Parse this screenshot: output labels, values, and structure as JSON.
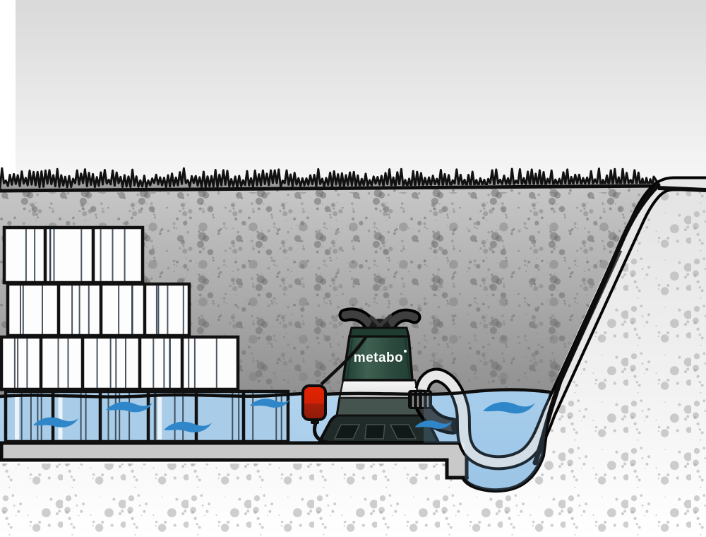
{
  "illustration": {
    "name": "submersible-pump-flooded-pit",
    "brand_logo_text": "metabo",
    "colors": {
      "pump_green_dark": "#1e3b31",
      "pump_green_light": "#3f6152",
      "pump_base_dark": "#202b29",
      "pump_lower_gray": "#46544f",
      "band_silver": "#f2f2f2",
      "water_blue": "#a9cde9",
      "wave_blue": "#2f87c9",
      "float_red": "#e52300",
      "float_red_dark": "#8f1b0b",
      "hose_gray": "#e8e8e8",
      "soil_gray_top": "#c6c6c6",
      "soil_gray_bottom": "#8f8f8f",
      "grass_band_gray": "#9b9b9b",
      "floor_gray": "#c9c9c9",
      "outline_black": "#0d0d0d",
      "crate_white": "#fdfdfd",
      "slat_dark": "#2c3a46"
    },
    "elements": [
      "sky",
      "lawn-grass",
      "soil-cross-section",
      "stacked-crates",
      "flood-water",
      "floor-slab",
      "sump-basin",
      "submersible-pump",
      "carry-handle",
      "float-switch",
      "power-cable",
      "drain-hose",
      "hose-coupling",
      "discharge-elbow",
      "excavation-slope",
      "water-waves"
    ]
  }
}
